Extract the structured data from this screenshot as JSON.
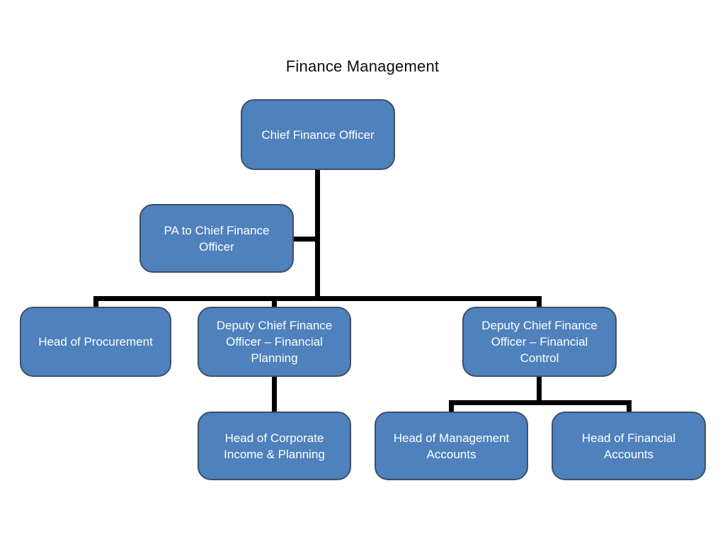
{
  "slide": {
    "title": "Finance Management"
  },
  "colors": {
    "node_fill": "#4F81BD",
    "node_border": "#3C5068",
    "node_text": "#FFFFFF",
    "connector": "#000000",
    "title_text": "#0D0D0D",
    "canvas_bg": "#FFFFFF"
  },
  "org_chart": {
    "type": "organization-chart",
    "nodes": [
      {
        "id": "cfo",
        "label": "Chief Finance Officer",
        "reports_to": null
      },
      {
        "id": "pa",
        "label": "PA to Chief Finance Officer",
        "reports_to": "cfo"
      },
      {
        "id": "procurement",
        "label": "Head of Procurement",
        "reports_to": "cfo"
      },
      {
        "id": "dcfo_planning",
        "label": "Deputy Chief Finance Officer – Financial Planning",
        "reports_to": "cfo"
      },
      {
        "id": "dcfo_control",
        "label": "Deputy Chief Finance Officer – Financial Control",
        "reports_to": "cfo"
      },
      {
        "id": "corporate",
        "label": "Head of Corporate Income & Planning",
        "reports_to": "dcfo_planning"
      },
      {
        "id": "mgmt_accounts",
        "label": "Head of Management Accounts",
        "reports_to": "dcfo_control"
      },
      {
        "id": "fin_accounts",
        "label": "Head of Financial Accounts",
        "reports_to": "dcfo_control"
      }
    ]
  }
}
